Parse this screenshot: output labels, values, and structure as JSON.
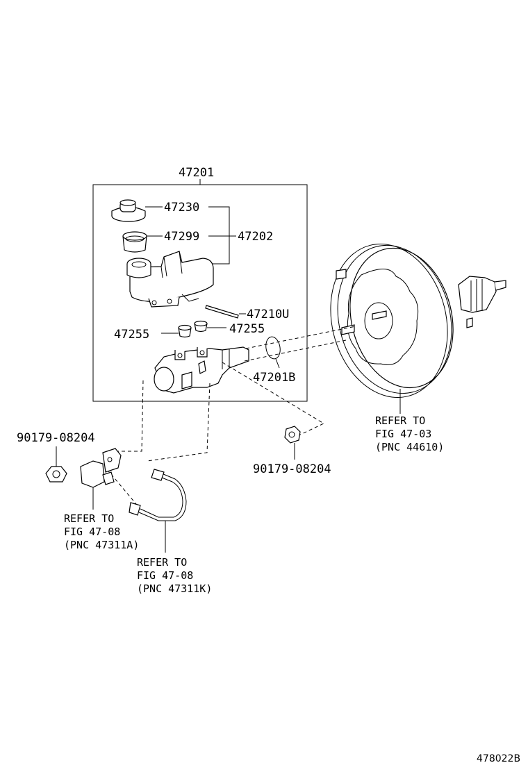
{
  "assembly": {
    "label": "47201"
  },
  "parts": {
    "reservoir_cap": "47230",
    "strainer": "47299",
    "reservoir_set": "47202",
    "pin": "47210U",
    "grommet_left": "47255",
    "grommet_right": "47255",
    "o_ring": "47201B",
    "nut_left": "90179-08204",
    "nut_right": "90179-08204"
  },
  "references": {
    "booster": [
      "REFER TO",
      "FIG 47-03",
      "(PNC 44610)"
    ],
    "tube_a": [
      "REFER TO",
      "FIG 47-08",
      "(PNC 47311A)"
    ],
    "tube_k": [
      "REFER TO",
      "FIG 47-08",
      "(PNC 47311K)"
    ]
  },
  "figure_code": "478022B"
}
